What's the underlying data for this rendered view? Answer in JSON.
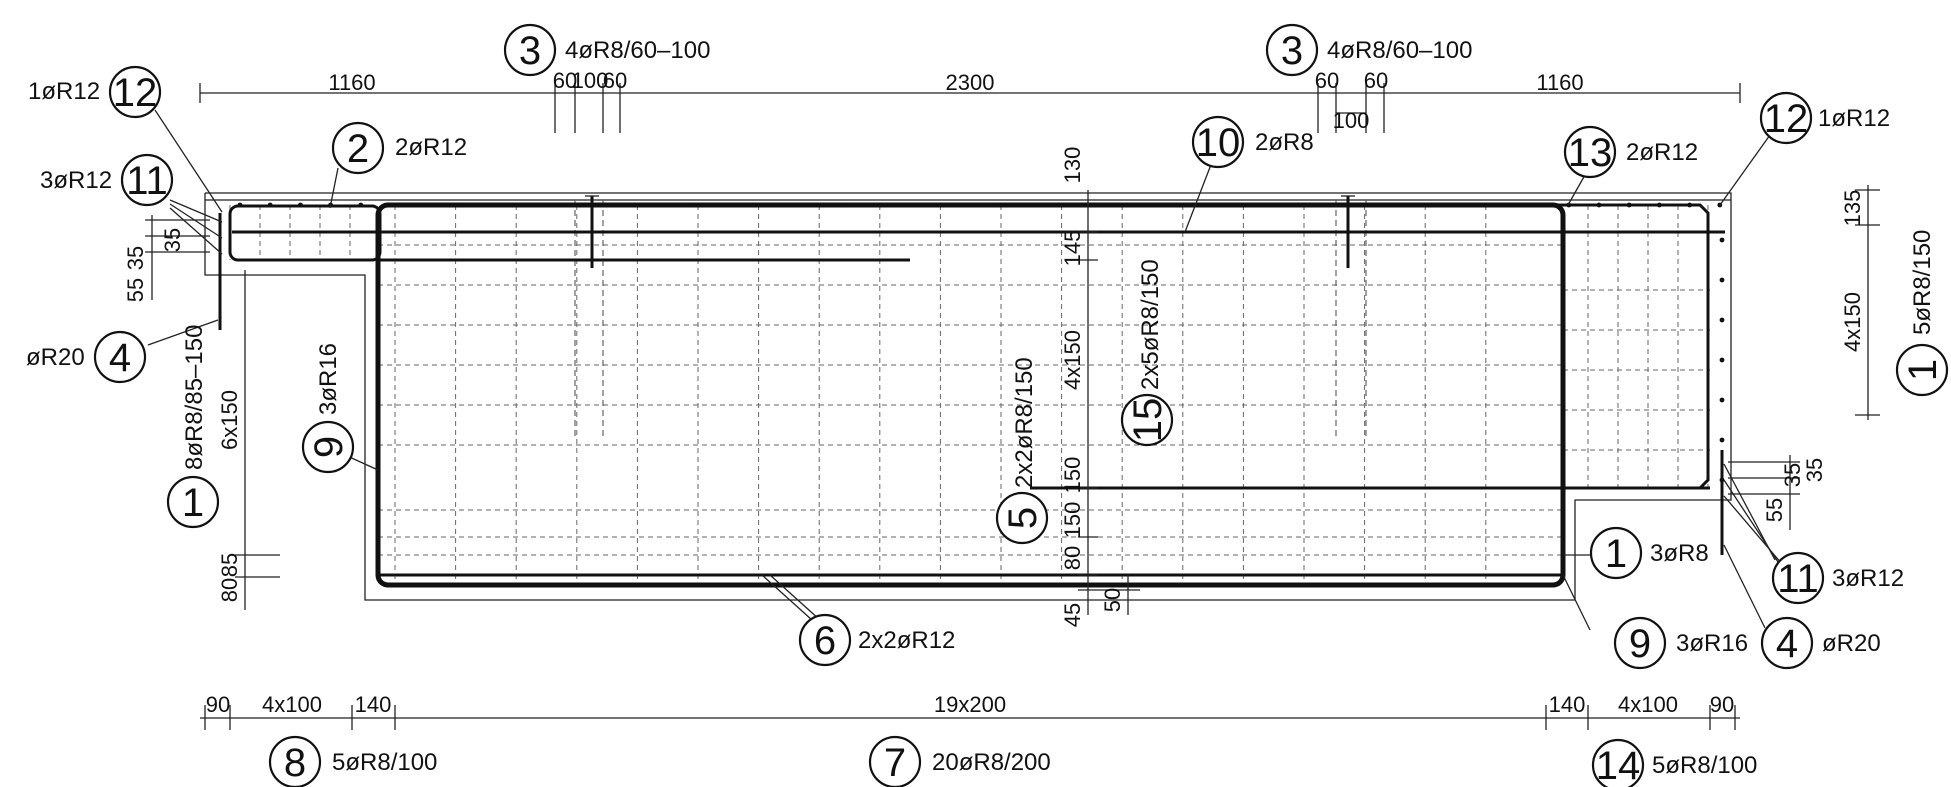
{
  "callouts": {
    "c3_left": {
      "mark": "3",
      "label": "4øR8/60–100"
    },
    "c3_right": {
      "mark": "3",
      "label": "4øR8/60–100"
    },
    "c12_left": {
      "mark": "12",
      "label": "1øR12"
    },
    "c12_right": {
      "mark": "12",
      "label": "1øR12"
    },
    "c2": {
      "mark": "2",
      "label": "2øR12"
    },
    "c10": {
      "mark": "10",
      "label": "2øR8"
    },
    "c13": {
      "mark": "13",
      "label": "2øR12"
    },
    "c11_left": {
      "mark": "11",
      "label": "3øR12"
    },
    "c11_right": {
      "mark": "11",
      "label": "3øR12"
    },
    "c4_left": {
      "mark": "4",
      "label": "øR20"
    },
    "c4_right": {
      "mark": "4",
      "label": "øR20"
    },
    "c1_left": {
      "mark": "1",
      "label": "8øR8/85–150"
    },
    "c1_right_top": {
      "mark": "1",
      "label": "5øR8/150"
    },
    "c1_right_low": {
      "mark": "1",
      "label": "3øR8"
    },
    "c9_left": {
      "mark": "9",
      "label": "3øR16"
    },
    "c9_right": {
      "mark": "9",
      "label": "3øR16"
    },
    "c5": {
      "mark": "5",
      "label": "2x2øR8/150"
    },
    "c15": {
      "mark": "15",
      "label": "2x5øR8/150"
    },
    "c6": {
      "mark": "6",
      "label": "2x2øR12"
    },
    "c8": {
      "mark": "8",
      "label": "5øR8/100"
    },
    "c7": {
      "mark": "7",
      "label": "20øR8/200"
    },
    "c14": {
      "mark": "14",
      "label": "5øR8/100"
    }
  },
  "dims": {
    "top_1160_left": "1160",
    "top_2300": "2300",
    "top_1160_right": "1160",
    "top_60_a": "60",
    "top_100_a": "100",
    "top_60_b": "60",
    "top_60_c": "60",
    "top_60_d": "60",
    "top_100_b": "100",
    "left_35_a": "35",
    "left_35_b": "35",
    "left_55": "55",
    "left_6x150": "6x150",
    "left_80": "80",
    "left_85": "85",
    "mid_130": "130",
    "mid_145": "145",
    "mid_4x150": "4x150",
    "mid_150_a": "150",
    "mid_150_b": "150",
    "mid_80": "80",
    "mid_45": "45",
    "mid_50": "50",
    "right_135": "135",
    "right_4x150": "4x150",
    "right_35_a": "35",
    "right_35_b": "35",
    "right_55": "55",
    "bot_90_left": "90",
    "bot_4x100_left": "4x100",
    "bot_140_left": "140",
    "bot_19x200": "19x200",
    "bot_140_right": "140",
    "bot_4x100_right": "4x100",
    "bot_90_right": "90"
  }
}
